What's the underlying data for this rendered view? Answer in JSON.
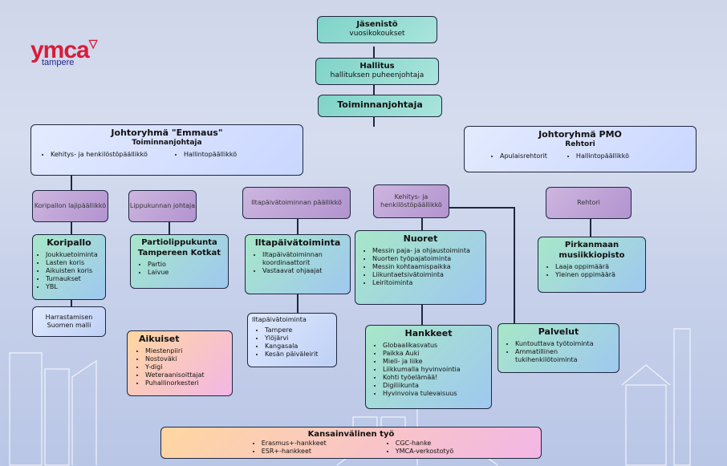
{
  "logo": {
    "brand": "ymca",
    "city": "tampere",
    "mark": "▽"
  },
  "top": {
    "members_title": "Jäsenistö",
    "members_sub": "vuosikokoukset",
    "board_title": "Hallitus",
    "board_sub": "hallituksen puheenjohtaja",
    "director": "Toiminnanjohtaja"
  },
  "emmaus": {
    "title": "Johtoryhmä \"Emmaus\"",
    "subtitle": "Toiminnanjohtaja",
    "items": [
      "Kehitys- ja henkilöstöpäällikkö",
      "Hallintopäällikkö"
    ]
  },
  "pmo": {
    "title": "Johtoryhmä PMO",
    "subtitle": "Rehtori",
    "items": [
      "Apulaisrehtorit",
      "Hallintopäällikkö"
    ]
  },
  "managers": {
    "koripallo": "Koripallon lajipäällikkö",
    "lippukunta": "Lippukunnan johtaja",
    "iltapaiva": "Iltapäivätoiminnan päällikkö",
    "kehitys": "Kehitys- ja henkilöstöpäällikkö",
    "rehtori": "Rehtori"
  },
  "koripallo": {
    "title": "Koripallo",
    "items": [
      "Joukkuetoiminta",
      "Lasten koris",
      "Aikuisten koris",
      "Turnaukset",
      "YBL"
    ]
  },
  "harrastamisen": {
    "text": "Harrastamisen Suomen malli"
  },
  "partio": {
    "title": "Partiolippukunta Tampereen Kotkat",
    "items": [
      "Partio",
      "Laivue"
    ]
  },
  "iltapaivatoiminta": {
    "title": "Iltapäivätoiminta",
    "items": [
      "Iltapäivätoiminnan koordinaattorit",
      "Vastaavat ohjaajat"
    ]
  },
  "iltapaiva_places": {
    "title": "Iltapäivätoiminta",
    "items": [
      "Tampere",
      "Ylöjärvi",
      "Kangasala",
      "Kesän päiväleirit"
    ]
  },
  "nuoret": {
    "title": "Nuoret",
    "items": [
      "Messin paja- ja ohjaustoiminta",
      "Nuorten työpajatoiminta",
      "Messin kohtaamispaikka",
      "Liikuntaetsivätoiminta",
      "Leiritoiminta"
    ]
  },
  "hankkeet": {
    "title": "Hankkeet",
    "items": [
      "Globaalikasvatus",
      "Paikka Auki",
      "Mieli- ja liike",
      "Liikkumalla hyvinvointia",
      "Kohti työelämää!",
      "Digiliikunta",
      "Hyvinvoiva tulevaisuus"
    ]
  },
  "palvelut": {
    "title": "Palvelut",
    "items": [
      "Kuntouttava työtoiminta",
      "Ammatillinen tukihenkilötoiminta"
    ]
  },
  "musiikki": {
    "title": "Pirkanmaan musiikkiopisto",
    "items": [
      "Laaja oppimäärä",
      "Yleinen oppimäärä"
    ]
  },
  "aikuiset": {
    "title": "Aikuiset",
    "items": [
      "Miestenpiiri",
      "Nostoväki",
      "Y-digi",
      "Weteraanisoittajat",
      "Puhallinorkesteri"
    ]
  },
  "kansainvalinen": {
    "title": "Kansainvälinen työ",
    "left": [
      "Erasmus+-hankkeet",
      "ESR+-hankkeet"
    ],
    "right": [
      "CGC-hanke",
      "YMCA-verkostotyö"
    ]
  }
}
